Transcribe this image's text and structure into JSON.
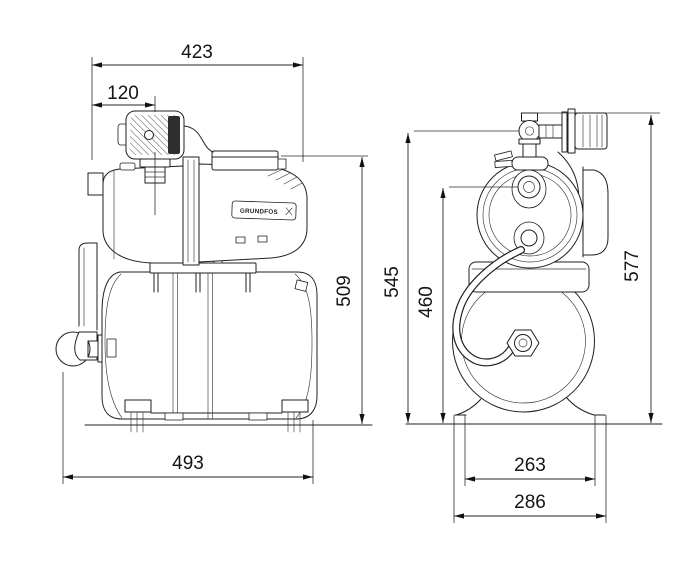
{
  "drawing": {
    "brand_label": "GRUNDFOS",
    "colors": {
      "line": "#1f1f1f",
      "background": "#ffffff",
      "switch_strip": "#2e2e2e"
    },
    "side_view": {
      "dimensions": {
        "pump_length": "423",
        "switch_offset": "120",
        "pump_height": "509",
        "overall_length": "493"
      }
    },
    "front_view": {
      "dimensions": {
        "height_to_valve": "545",
        "height_to_port": "460",
        "overall_height": "577",
        "feet_inner_width": "263",
        "overall_width": "286"
      }
    }
  }
}
